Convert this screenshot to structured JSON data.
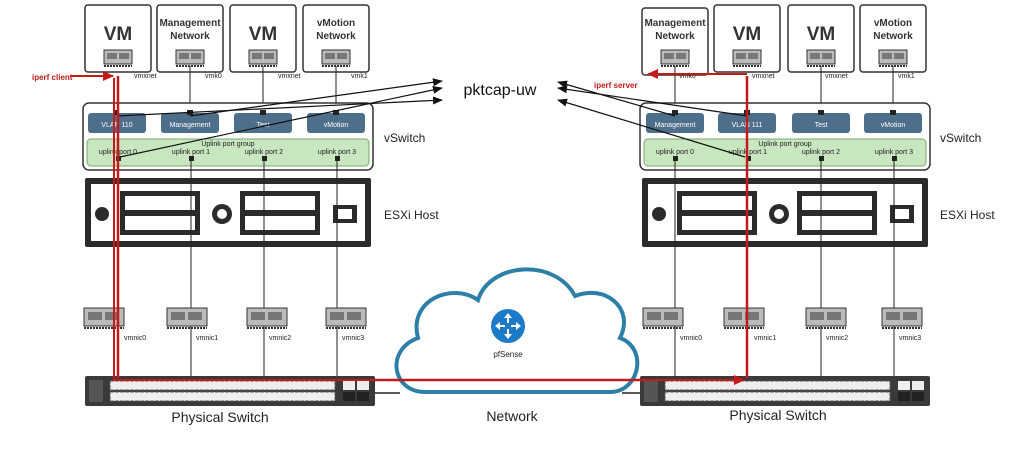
{
  "colors": {
    "trace": "#c41a1a",
    "portgroup_fill": "#4e6f8c",
    "uplink_fill": "#c8e6c0",
    "cloud_stroke": "#2e7fa8",
    "router_fill": "#1c7ac8"
  },
  "capture_tool": {
    "label": "pktcap-uw"
  },
  "network": {
    "label": "Network",
    "router_label": "pfSense"
  },
  "left": {
    "vms": [
      {
        "title": "VM",
        "sub": "",
        "adapter": "vmxnet"
      },
      {
        "title": "Management",
        "sub": "Network",
        "adapter": "vmk0"
      },
      {
        "title": "VM",
        "sub": "",
        "adapter": "vmxnet"
      },
      {
        "title": "vMotion",
        "sub": "Network",
        "adapter": "vmk1"
      }
    ],
    "portgroups": [
      "VLAN 110",
      "Management",
      "Test",
      "vMotion"
    ],
    "uplink_group": "Uplink port group",
    "uplinks": [
      "uplink port 0",
      "uplink port 1",
      "uplink port 2",
      "uplink port 3"
    ],
    "vswitch_label": "vSwitch",
    "host_label": "ESXi Host",
    "vmnics": [
      "vmnic0",
      "vmnic1",
      "vmnic2",
      "vmnic3"
    ],
    "switch_label": "Physical Switch",
    "iperf_label": "iperf client"
  },
  "right": {
    "vms": [
      {
        "title": "Management",
        "sub": "Network",
        "adapter": "vmk0"
      },
      {
        "title": "VM",
        "sub": "",
        "adapter": "vmxnet"
      },
      {
        "title": "VM",
        "sub": "",
        "adapter": "vmxnet"
      },
      {
        "title": "vMotion",
        "sub": "Network",
        "adapter": "vmk1"
      }
    ],
    "portgroups": [
      "Management",
      "VLAN 111",
      "Test",
      "vMotion"
    ],
    "uplink_group": "Uplink port group",
    "uplinks": [
      "uplink port 0",
      "uplink port 1",
      "uplink port 2",
      "uplink port 3"
    ],
    "vswitch_label": "vSwitch",
    "host_label": "ESXi Host",
    "vmnics": [
      "vmnic0",
      "vmnic1",
      "vmnic2",
      "vmnic3"
    ],
    "switch_label": "Physical Switch",
    "iperf_label": "iperf server"
  }
}
